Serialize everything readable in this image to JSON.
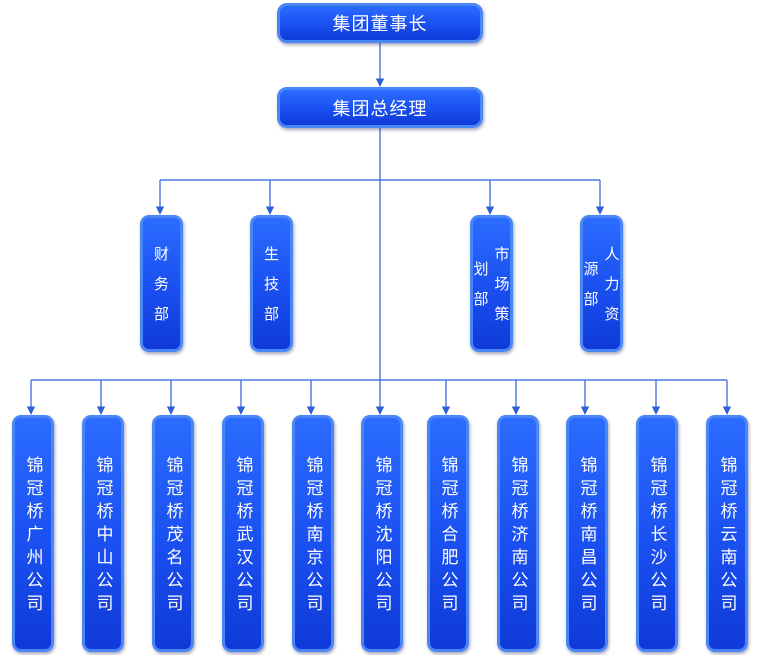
{
  "chairman": "集团董事长",
  "general_manager": "集团总经理",
  "departments": [
    "财务部",
    "生技部",
    "市场策划部",
    "人力资源部"
  ],
  "companies": [
    "锦冠桥广州公司",
    "锦冠桥中山公司",
    "锦冠桥茂名公司",
    "锦冠桥武汉公司",
    "锦冠桥南京公司",
    "锦冠桥沈阳公司",
    "锦冠桥合肥公司",
    "锦冠桥济南公司",
    "锦冠桥南昌公司",
    "锦冠桥长沙公司",
    "锦冠桥云南公司"
  ],
  "colors": {
    "box": "#1a4ff0",
    "border": "#4a86f5",
    "line": "#2c5fd8",
    "text": "#ffffff"
  }
}
